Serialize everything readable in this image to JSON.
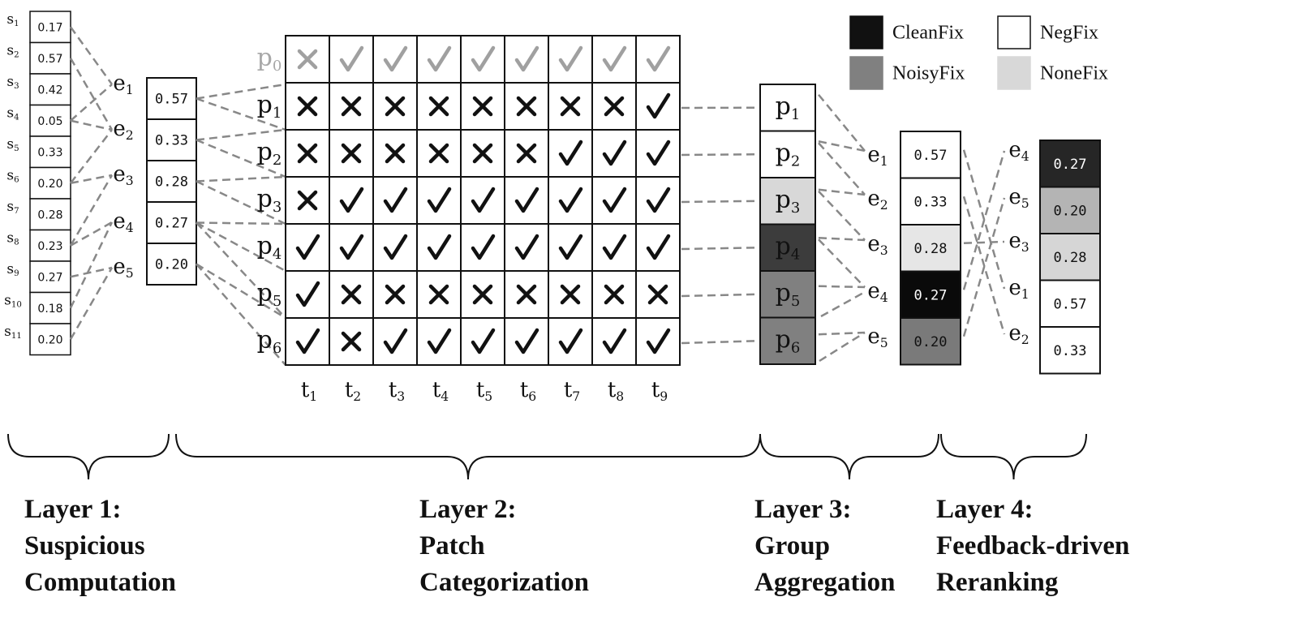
{
  "colors": {
    "CleanFix": "#111111",
    "NoisyFix": "#808080",
    "NegFix": "#ffffff",
    "NoneFix": "#d8d8d8",
    "dash": "#888888",
    "faded": "#999999"
  },
  "legend": [
    {
      "label": "CleanFix",
      "color": "#111111"
    },
    {
      "label": "NoisyFix",
      "color": "#808080"
    },
    {
      "label": "NegFix",
      "color": "#ffffff"
    },
    {
      "label": "NoneFix",
      "color": "#d8d8d8"
    }
  ],
  "layer1": {
    "statements": [
      {
        "name": "s",
        "sub": "1",
        "value": "0.17"
      },
      {
        "name": "s",
        "sub": "2",
        "value": "0.57"
      },
      {
        "name": "s",
        "sub": "3",
        "value": "0.42"
      },
      {
        "name": "s",
        "sub": "4",
        "value": "0.05"
      },
      {
        "name": "s",
        "sub": "5",
        "value": "0.33"
      },
      {
        "name": "s",
        "sub": "6",
        "value": "0.20"
      },
      {
        "name": "s",
        "sub": "7",
        "value": "0.28"
      },
      {
        "name": "s",
        "sub": "8",
        "value": "0.23"
      },
      {
        "name": "s",
        "sub": "9",
        "value": "0.27"
      },
      {
        "name": "s",
        "sub": "10",
        "value": "0.18"
      },
      {
        "name": "s",
        "sub": "11",
        "value": "0.20"
      }
    ],
    "elements": [
      {
        "name": "e",
        "sub": "1",
        "value": "0.57"
      },
      {
        "name": "e",
        "sub": "2",
        "value": "0.33"
      },
      {
        "name": "e",
        "sub": "3",
        "value": "0.28"
      },
      {
        "name": "e",
        "sub": "4",
        "value": "0.27"
      },
      {
        "name": "e",
        "sub": "5",
        "value": "0.20"
      }
    ]
  },
  "layer2": {
    "patches": [
      {
        "name": "p",
        "sub": "0"
      },
      {
        "name": "p",
        "sub": "1"
      },
      {
        "name": "p",
        "sub": "2"
      },
      {
        "name": "p",
        "sub": "3"
      },
      {
        "name": "p",
        "sub": "4"
      },
      {
        "name": "p",
        "sub": "5"
      },
      {
        "name": "p",
        "sub": "6"
      }
    ],
    "tests": [
      {
        "name": "t",
        "sub": "1"
      },
      {
        "name": "t",
        "sub": "2"
      },
      {
        "name": "t",
        "sub": "3"
      },
      {
        "name": "t",
        "sub": "4"
      },
      {
        "name": "t",
        "sub": "5"
      },
      {
        "name": "t",
        "sub": "6"
      },
      {
        "name": "t",
        "sub": "7"
      },
      {
        "name": "t",
        "sub": "8"
      },
      {
        "name": "t",
        "sub": "9"
      }
    ],
    "matrix": [
      "XVVVVVVVV",
      "XXXXXXXXV",
      "XXXXXXVVV",
      "XVVVVVVVV",
      "VVVVVVVVV",
      "VXXXXXXXX",
      "VXVVVVVVV"
    ]
  },
  "layer3": {
    "patches": [
      {
        "name": "p",
        "sub": "1",
        "category": "NegFix"
      },
      {
        "name": "p",
        "sub": "2",
        "category": "NegFix"
      },
      {
        "name": "p",
        "sub": "3",
        "category": "NoneFix"
      },
      {
        "name": "p",
        "sub": "4",
        "category": "CleanFix"
      },
      {
        "name": "p",
        "sub": "5",
        "category": "NoisyFix"
      },
      {
        "name": "p",
        "sub": "6",
        "category": "NoisyFix"
      }
    ],
    "elements": [
      {
        "name": "e",
        "sub": "1",
        "value": "0.57",
        "fill": "#ffffff",
        "text": "#111111"
      },
      {
        "name": "e",
        "sub": "2",
        "value": "0.33",
        "fill": "#ffffff",
        "text": "#111111"
      },
      {
        "name": "e",
        "sub": "3",
        "value": "0.28",
        "fill": "#e6e6e6",
        "text": "#111111"
      },
      {
        "name": "e",
        "sub": "4",
        "value": "0.27",
        "fill": "#0a0a0a",
        "text": "#ffffff"
      },
      {
        "name": "e",
        "sub": "5",
        "value": "0.20",
        "fill": "#7a7a7a",
        "text": "#111111"
      }
    ]
  },
  "layer4": {
    "elements": [
      {
        "name": "e",
        "sub": "4",
        "value": "0.27",
        "fill": "#262626",
        "text": "#ffffff"
      },
      {
        "name": "e",
        "sub": "5",
        "value": "0.20",
        "fill": "#b4b4b4",
        "text": "#111111"
      },
      {
        "name": "e",
        "sub": "3",
        "value": "0.28",
        "fill": "#d6d6d6",
        "text": "#111111"
      },
      {
        "name": "e",
        "sub": "1",
        "value": "0.57",
        "fill": "#ffffff",
        "text": "#111111"
      },
      {
        "name": "e",
        "sub": "2",
        "value": "0.33",
        "fill": "#ffffff",
        "text": "#111111"
      }
    ]
  },
  "layers": [
    {
      "lines": [
        "Layer 1:",
        "Suspicious",
        "Computation"
      ]
    },
    {
      "lines": [
        "Layer 2:",
        "Patch",
        "Categorization"
      ]
    },
    {
      "lines": [
        "Layer 3:",
        "Group",
        "Aggregation"
      ]
    },
    {
      "lines": [
        "Layer 4:",
        "Feedback-driven",
        "Reranking"
      ]
    }
  ]
}
